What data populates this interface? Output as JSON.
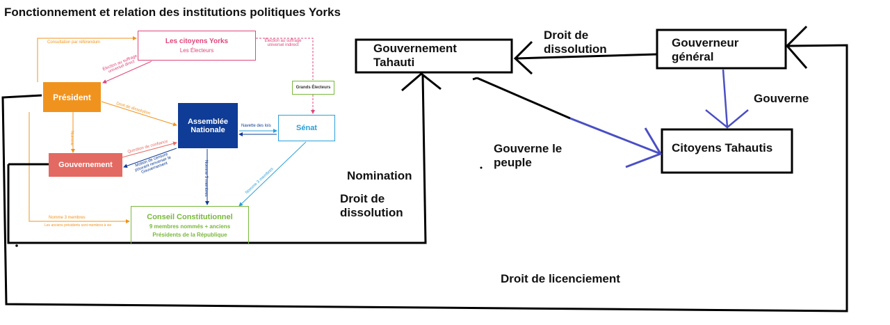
{
  "title": "Fonctionnement et relation des institutions politiques Yorks",
  "left_diagram": {
    "citoyens": {
      "line1": "Les citoyens Yorks",
      "line2": "Les Électeurs"
    },
    "president": "Président",
    "assemblee": {
      "line1": "Assemblée",
      "line2": "Nationale"
    },
    "senat": "Sénat",
    "gouvernement": "Gouvernement",
    "grands_electeurs": "Grands Électeurs",
    "conseil": {
      "line1": "Conseil Constitutionnel",
      "line2": "9 membres nommés + anciens",
      "line3": "Présidents de la République"
    },
    "edge_labels": {
      "referendum": "Consultation par référendum",
      "suffrage_direct": "Élection au suffrage universel direct",
      "suffrage_indirect": "Élection au suffrage universel indirect",
      "dissolution": "Droit de dissolution",
      "nomme": "Nomme",
      "question_confiance": "Question de confiance",
      "motion_censure": "Motion de censure pouvant renverser le Gouvernement",
      "navette": "Navette des lois",
      "nomme3_an": "Nomme 3 membres",
      "nomme3_senat": "Nomme 3 membres",
      "nomme3_president": "Nomme 3 membres",
      "anciens": "Les anciens présidents sont membres à vie"
    }
  },
  "right_diagram": {
    "gouvernement": {
      "line1": "Gouvernement",
      "line2": "Tahauti"
    },
    "gouverneur": {
      "line1": "Gouverneur",
      "line2": "général"
    },
    "citoyens": "Citoyens Tahautis",
    "labels": {
      "droit_dissolution_top": {
        "line1": "Droit de",
        "line2": "dissolution"
      },
      "gouverne": "Gouverne",
      "gouverne_peuple": {
        "line1": "Gouverne le",
        "line2": "peuple"
      },
      "nomination": "Nomination",
      "droit_dissolution_left": {
        "line1": "Droit de",
        "line2": "dissolution"
      },
      "licenciement": "Droit de licenciement"
    }
  },
  "colors": {
    "orange": "#f0931e",
    "pink": "#e0457b",
    "navy": "#0f3c96",
    "sky": "#2a9fd8",
    "salmon": "#e36a62",
    "green": "#78b83a",
    "hand_blue": "#4a4fc4"
  }
}
